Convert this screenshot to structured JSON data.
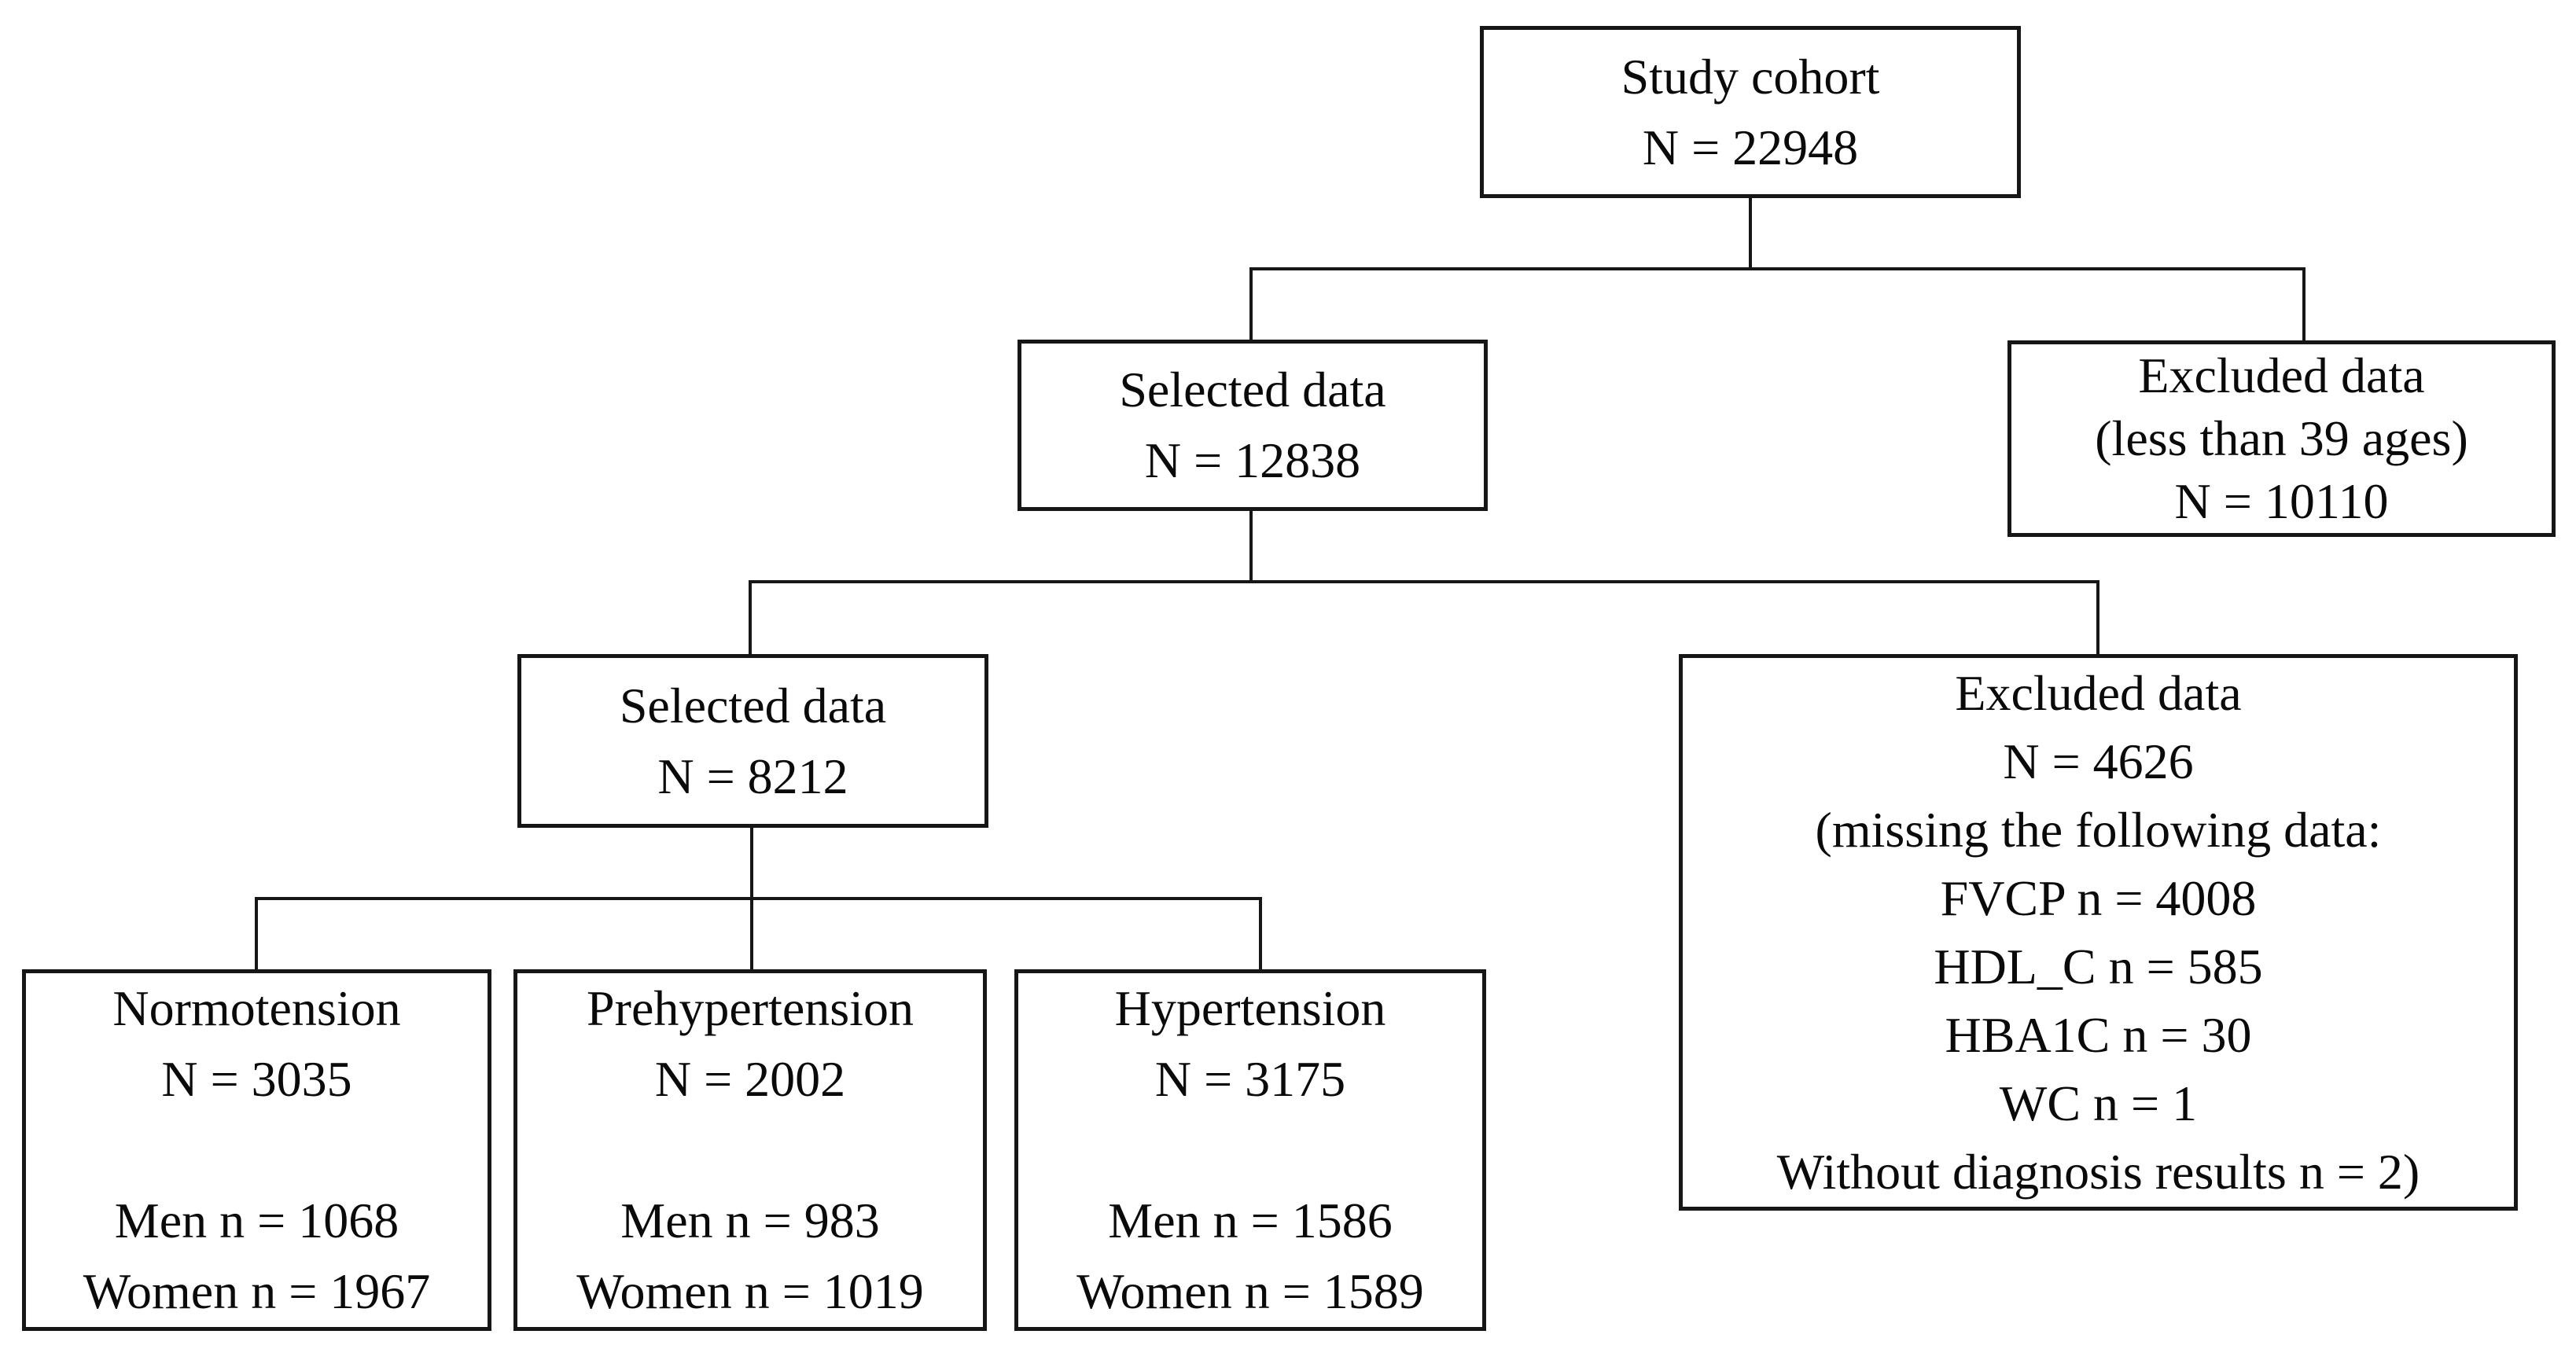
{
  "figure": {
    "background": "#ffffff",
    "line_color": "#161616",
    "text_color": "#0a0a0a"
  },
  "boxes": {
    "study_cohort": {
      "lines": [
        "Study cohort",
        "N = 22948"
      ]
    },
    "selected_level1": {
      "lines": [
        "Selected data",
        "N = 12838"
      ]
    },
    "excluded_level1": {
      "lines": [
        "Excluded data",
        "(less than 39 ages)",
        "N = 10110"
      ]
    },
    "selected_level2": {
      "lines": [
        "Selected data",
        "N = 8212"
      ]
    },
    "excluded_level2": {
      "lines": [
        "Excluded data",
        "N = 4626",
        "(missing the following data:",
        "FVCP n = 4008",
        "HDL_C n = 585",
        "HBA1C n = 30",
        "WC n = 1",
        "Without diagnosis results n = 2)"
      ]
    },
    "normotension": {
      "lines": [
        "Normotension",
        "N = 3035",
        "",
        "Men n = 1068",
        "Women n = 1967"
      ]
    },
    "prehypertension": {
      "lines": [
        "Prehypertension",
        "N = 2002",
        "",
        "Men n = 983",
        "Women n = 1019"
      ]
    },
    "hypertension": {
      "lines": [
        "Hypertension",
        "N = 3175",
        "",
        "Men n = 1586",
        "Women n = 1589"
      ]
    }
  }
}
